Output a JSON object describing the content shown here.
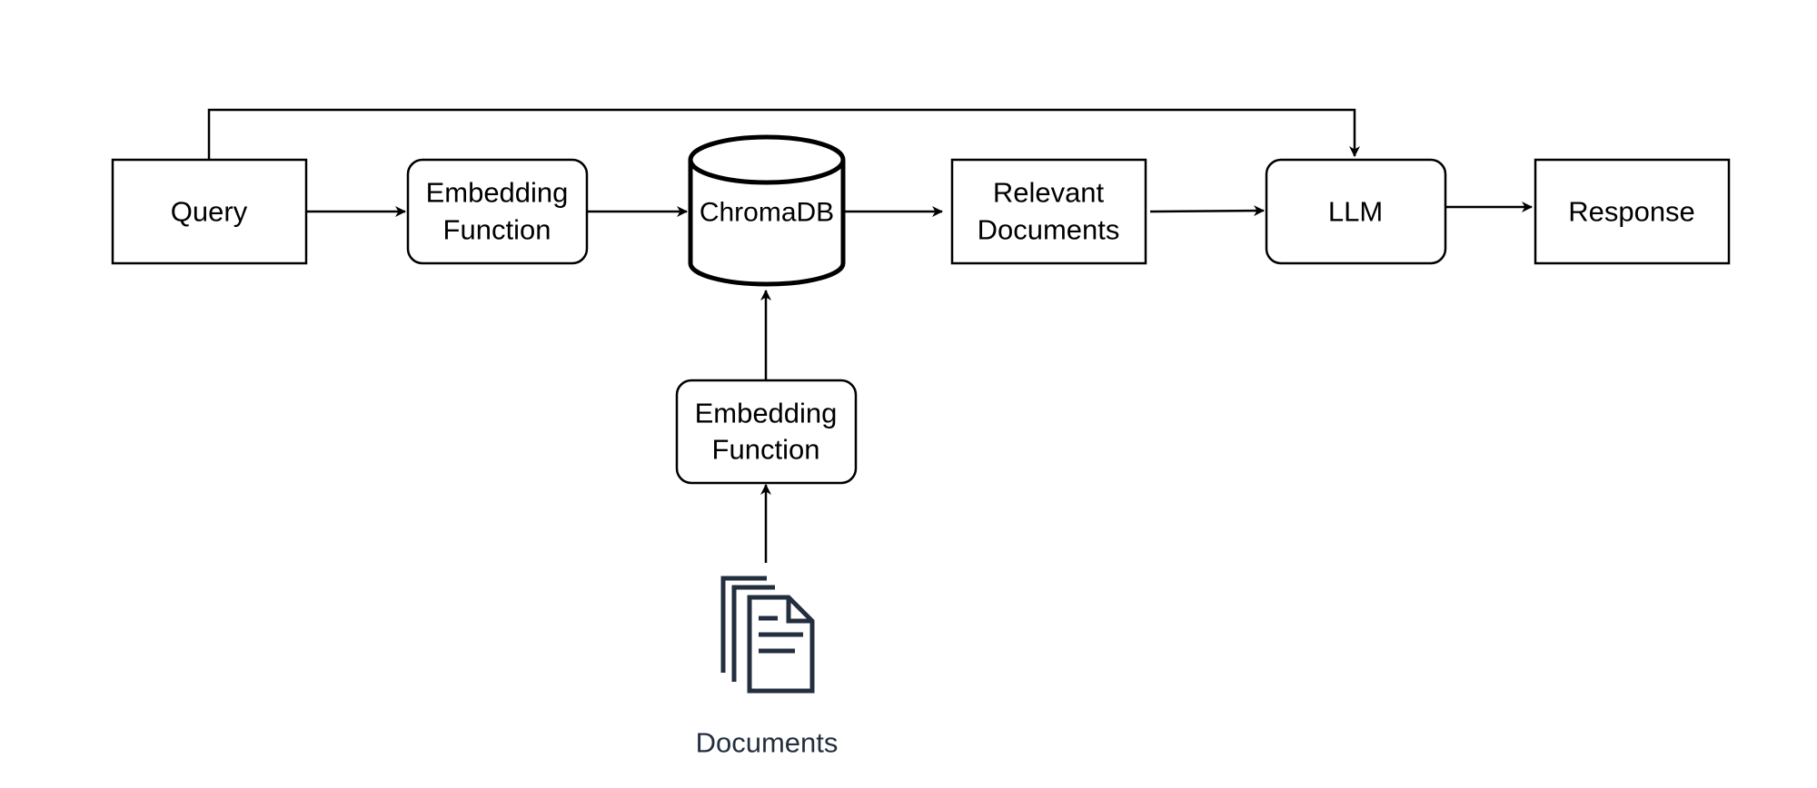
{
  "nodes": {
    "query": {
      "label": "Query"
    },
    "embedding_top": {
      "line1": "Embedding",
      "line2": "Function"
    },
    "chromadb": {
      "label": "ChromaDB"
    },
    "relevant": {
      "line1": "Relevant",
      "line2": "Documents"
    },
    "llm": {
      "label": "LLM"
    },
    "response": {
      "label": "Response"
    },
    "embedding_bottom": {
      "line1": "Embedding",
      "line2": "Function"
    },
    "documents": {
      "label": "Documents",
      "icon": "documents-icon"
    }
  },
  "colors": {
    "stroke": "#000000",
    "icon": "#232f3e",
    "background": "#ffffff"
  }
}
